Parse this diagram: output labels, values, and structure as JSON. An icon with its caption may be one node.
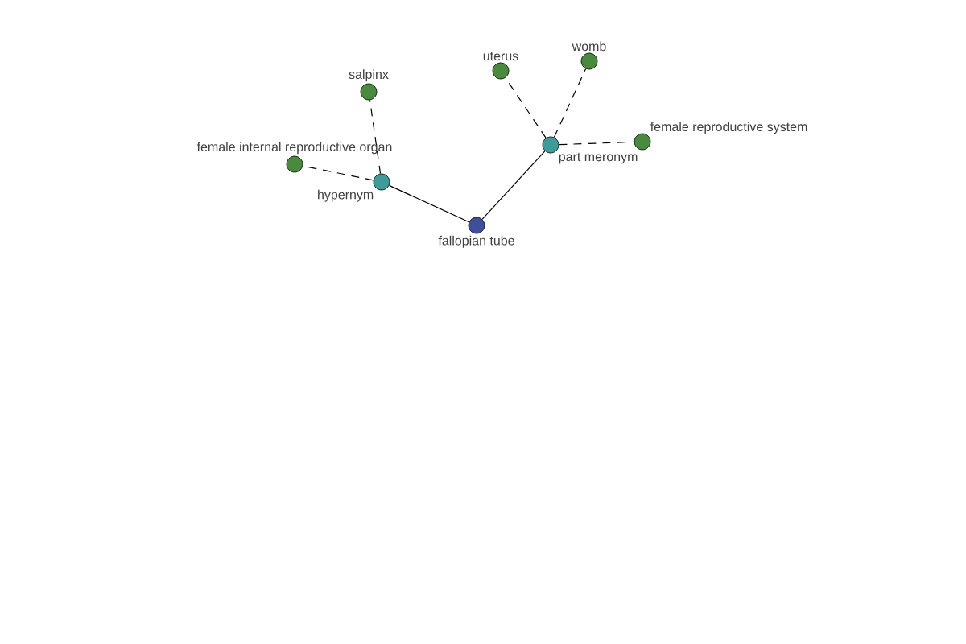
{
  "diagram": {
    "nodes": [
      {
        "text": [
          "fallopian tube"
        ]
      },
      {
        "text": [
          "hypernym"
        ]
      },
      {
        "text": [
          "part meronym"
        ]
      },
      {
        "text": [
          "salpinx"
        ]
      },
      {
        "text": [
          "female internal reproductive organ"
        ]
      },
      {
        "text": [
          "uterus"
        ]
      },
      {
        "text": [
          "womb"
        ]
      },
      {
        "text": [
          "female reproductive system"
        ]
      }
    ],
    "edges": [
      {
        "from": 0,
        "to": 1,
        "arrow": "none"
      },
      {
        "from": 0,
        "to": 2,
        "arrow": "none"
      },
      {
        "from": 1,
        "to": 3,
        "arrow": "none",
        "style": "dashed"
      },
      {
        "from": 1,
        "to": 4,
        "arrow": "none",
        "style": "dashed"
      },
      {
        "from": 2,
        "to": 5,
        "arrow": "none",
        "style": "dashed"
      },
      {
        "from": 2,
        "to": 6,
        "arrow": "none",
        "style": "dashed"
      },
      {
        "from": 2,
        "to": 7,
        "arrow": "none",
        "style": "dashed"
      }
    ]
  }
}
